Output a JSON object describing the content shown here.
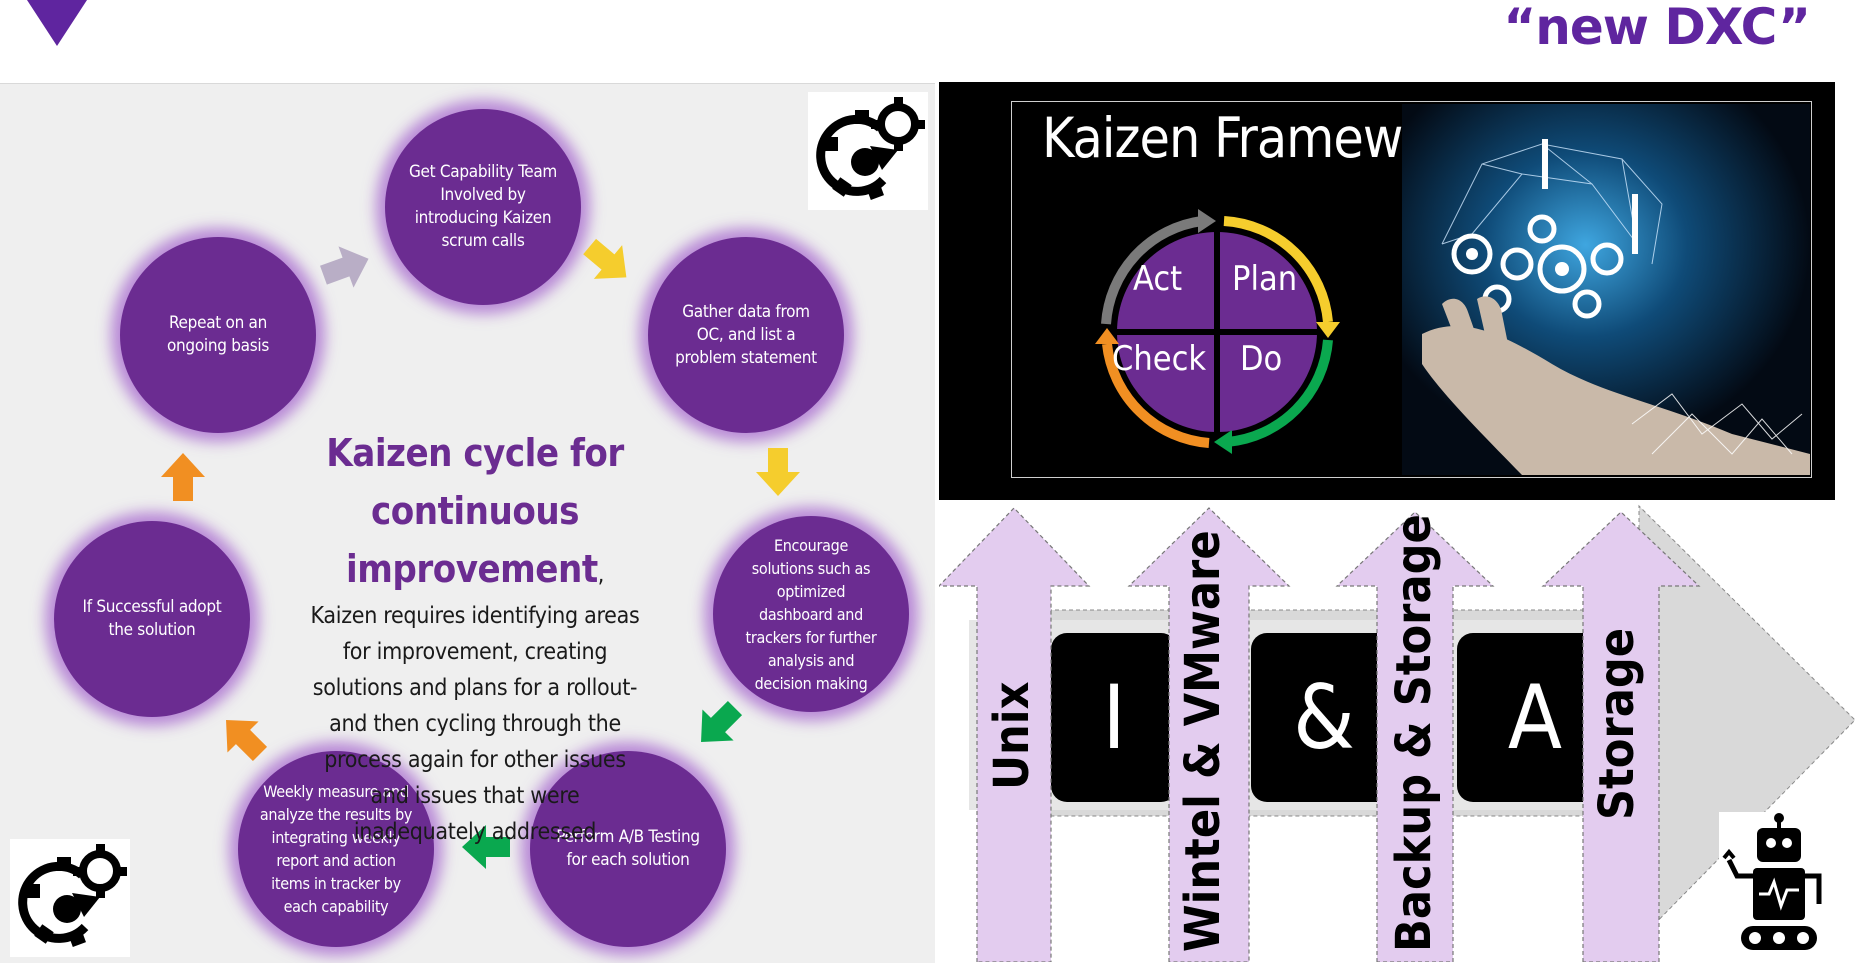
{
  "header": {
    "title": "“new DXC”"
  },
  "kaizen_cycle": {
    "steps": [
      "Get Capability Team Involved by introducing Kaizen scrum calls",
      "Gather data from OC, and list a problem statement",
      "Encourage solutions such as optimized dashboard and trackers for further analysis and decision making",
      "Perform A/B Testing for each solution",
      "Weekly measure and analyze the results by integrating weekly report and action items in tracker by each capability",
      "If  Successful adopt the solution",
      "Repeat on an ongoing basis"
    ],
    "center_title": "Kaizen cycle for continuous improvement",
    "center_body": ", Kaizen requires identifying areas for improvement, creating solutions and plans for a rollout- and then cycling through the process again for other issues and issues that were inadequately addressed"
  },
  "framework": {
    "title": "Kaizen Framework",
    "quadrants": {
      "act": "Act",
      "plan": "Plan",
      "check": "Check",
      "do": "Do"
    }
  },
  "ia_band": {
    "letters": [
      "I",
      "&",
      "A"
    ],
    "pillars": [
      "Unix",
      "Wintel & VMware",
      "Backup & Storage",
      "Storage"
    ]
  },
  "icons": [
    "triangle-logo-icon",
    "gear-cycle-icon",
    "robot-icon",
    "brain-hand-image"
  ],
  "colors": {
    "brand_purple": "#5f259f",
    "circle_purple": "#6b2c91",
    "pillar_lavender": "#e3ccef",
    "yellow": "#f5cd2d",
    "green": "#0aa84f",
    "orange": "#f18f22",
    "gray": "#7a7a7a"
  }
}
